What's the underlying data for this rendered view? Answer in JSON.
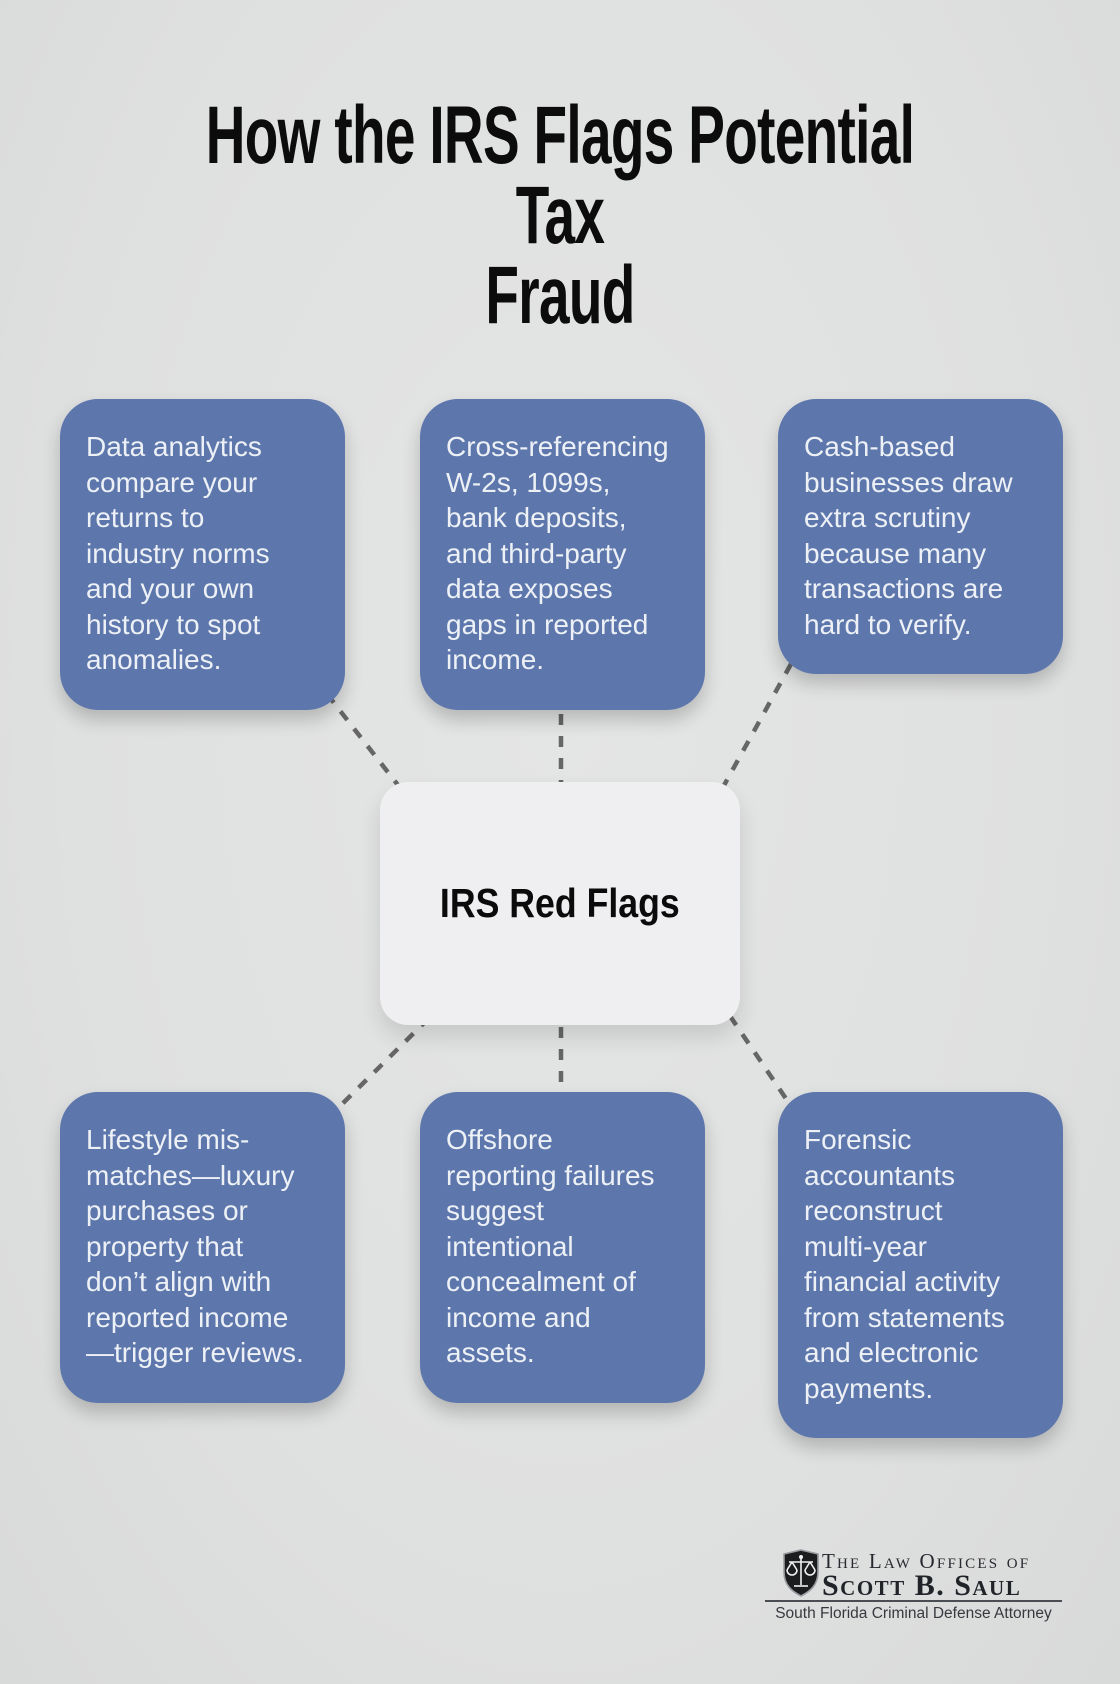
{
  "page": {
    "title": "How the IRS Flags Potential Tax\nFraud"
  },
  "center_node": {
    "label": "IRS Red Flags"
  },
  "cards": [
    {
      "id": "data-analytics",
      "text": "Data analytics\ncompare your\nreturns to\nindustry norms\nand your own\nhistory to spot\nanomalies."
    },
    {
      "id": "cross-referencing",
      "text": "Cross-referencing\nW-2s, 1099s,\nbank deposits,\nand third-party\ndata exposes\ngaps in reported\nincome."
    },
    {
      "id": "cash-businesses",
      "text": "Cash-based\nbusinesses draw\nextra scrutiny\nbecause many\ntransactions are\nhard to verify."
    },
    {
      "id": "lifestyle-mismatch",
      "text": "Lifestyle mis-\nmatches—luxury\npurchases or\nproperty that\ndon’t align with\nreported income\n—trigger reviews."
    },
    {
      "id": "offshore-reporting",
      "text": "Offshore\nreporting failures\nsuggest\nintentional\nconcealment of\nincome and\nassets."
    },
    {
      "id": "forensic-accountants",
      "text": "Forensic\naccountants\nreconstruct\nmulti-year\nfinancial activity\nfrom statements\nand electronic\npayments."
    }
  ],
  "footer_logo": {
    "firm_line1": "The Law Offices of",
    "firm_line2": "Scott B. Saul",
    "tagline": "South Florida Criminal Defense Attorney",
    "icon": "scales-of-justice"
  },
  "colors": {
    "background": "#dfe0e0",
    "card_blue": "#5d77ad",
    "card_text": "#edf1f6",
    "center_box": "#efeff1",
    "dashed_line": "#666666",
    "title_text": "#0c0c0c"
  }
}
